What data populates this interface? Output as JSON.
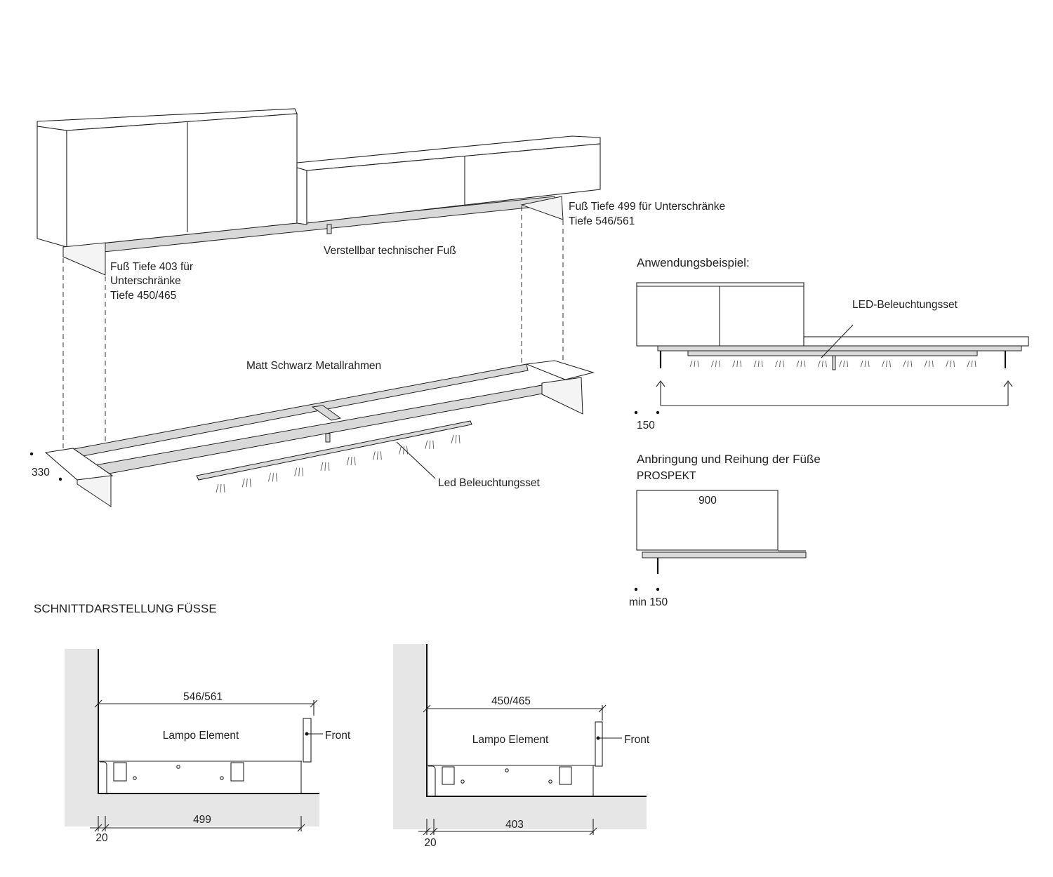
{
  "labels": {
    "foot_499": [
      "Fuß Tiefe 499 für Unterschränke",
      "Tiefe 546/561"
    ],
    "foot_403": [
      "Fuß Tiefe 403 für",
      "Unterschränke",
      "Tiefe 450/465"
    ],
    "adjustable_foot": "Verstellbar technischer Fuß",
    "frame": "Matt Schwarz Metallrahmen",
    "led_set": "Led Beleuchtungsset",
    "dim_330": "330"
  },
  "example": {
    "title": "Anwendungsbeispiel:",
    "led_label": "LED-Beleuchtungsset",
    "dim": "150"
  },
  "mounting": {
    "title": "Anbringung und Reihung der Füße",
    "subtitle": "PROSPEKT",
    "width": "900",
    "dim": "min 150"
  },
  "section": {
    "title": "SCHNITTDARSTELLUNG FÜSSE",
    "left": {
      "depth": "546/561",
      "element": "Lampo Element",
      "front": "Front",
      "foot": "499",
      "gap": "20"
    },
    "right": {
      "depth": "450/465",
      "element": "Lampo Element",
      "front": "Front",
      "foot": "403",
      "gap": "20"
    }
  }
}
